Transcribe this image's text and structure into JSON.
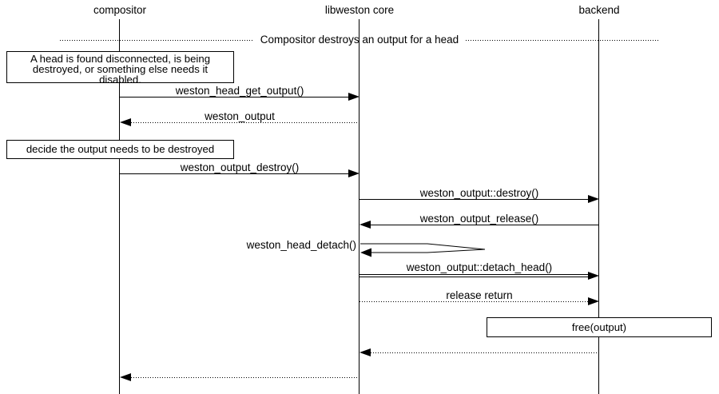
{
  "diagram_title": "Compositor destroys an output for a head",
  "actors": [
    {
      "label": "compositor"
    },
    {
      "label": "libweston core"
    },
    {
      "label": "backend"
    }
  ],
  "notes": [
    {
      "lines": [
        "A head is found disconnected, is being",
        "destroyed, or something else needs it",
        "disabled."
      ]
    },
    {
      "text": "decide the output needs to be destroyed"
    },
    {
      "text": "free(output)"
    }
  ],
  "messages": [
    {
      "label": "weston_head_get_output()",
      "from": "compositor",
      "to": "libweston core",
      "line": "solid"
    },
    {
      "label": "weston_output",
      "from": "libweston core",
      "to": "compositor",
      "line": "dotted"
    },
    {
      "label": "weston_output_destroy()",
      "from": "compositor",
      "to": "libweston core",
      "line": "solid"
    },
    {
      "label": "weston_output::destroy()",
      "from": "libweston core",
      "to": "backend",
      "line": "solid"
    },
    {
      "label": "weston_output_release()",
      "from": "backend",
      "to": "libweston core",
      "line": "solid"
    },
    {
      "label": "weston_head_detach()",
      "from": "libweston core",
      "to": "libweston core",
      "line": "self"
    },
    {
      "label": "weston_output::detach_head()",
      "from": "libweston core",
      "to": "backend",
      "line": "double"
    },
    {
      "label": "release return",
      "from": "libweston core",
      "to": "backend",
      "line": "dotted"
    },
    {
      "label": "",
      "from": "backend",
      "to": "libweston core",
      "line": "dotted"
    },
    {
      "label": "",
      "from": "libweston core",
      "to": "compositor",
      "line": "dotted"
    }
  ],
  "colors": {
    "line": "#000000",
    "text": "#000000",
    "background": "#ffffff"
  }
}
